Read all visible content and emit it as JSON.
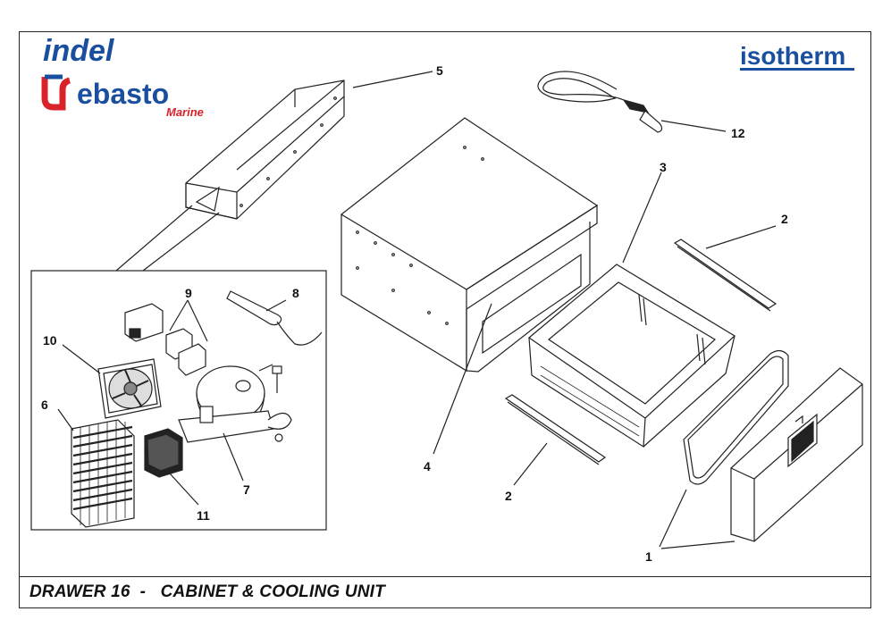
{
  "brand_left": {
    "line1": "indel",
    "line2": "Webasto",
    "sub": "Marine",
    "colors": {
      "blue": "#1a4fa0",
      "red": "#d8232a"
    }
  },
  "brand_right": {
    "name": "isotherm",
    "color": "#1a4fa0"
  },
  "caption": "DRAWER 16  -   CABINET & COOLING UNIT",
  "part_labels": {
    "p1": "1",
    "p2a": "2",
    "p2b": "2",
    "p3": "3",
    "p4": "4",
    "p5": "5",
    "p6": "6",
    "p7": "7",
    "p8": "8",
    "p9": "9",
    "p10": "10",
    "p11": "11",
    "p12": "12"
  }
}
